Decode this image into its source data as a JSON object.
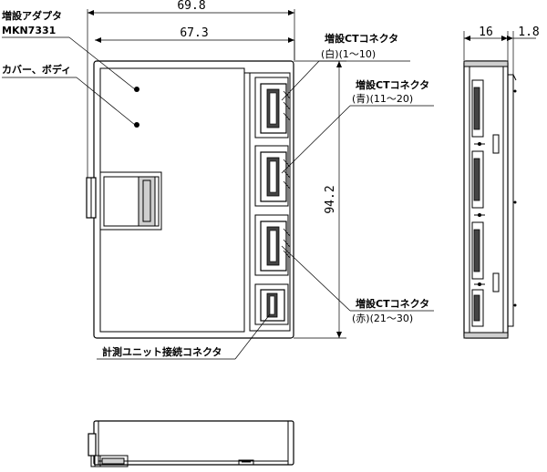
{
  "labels": {
    "adapter_title": "増設アダプタ",
    "adapter_model": "MKN7331",
    "cover_body": "カバー、ボディ",
    "ct1_title": "増設CTコネクタ",
    "ct1_sub": "(白)(1～10)",
    "ct2_title": "増設CTコネクタ",
    "ct2_sub": "(青)(11～20)",
    "ct3_title": "増設CTコネクタ",
    "ct3_sub": "(赤)(21～30)",
    "meter_conn": "計測ユニット接続コネクタ"
  },
  "dimensions": {
    "overall_width": "69.8",
    "body_width": "67.3",
    "height": "94.2",
    "depth": "16",
    "thickness": "1.8"
  }
}
